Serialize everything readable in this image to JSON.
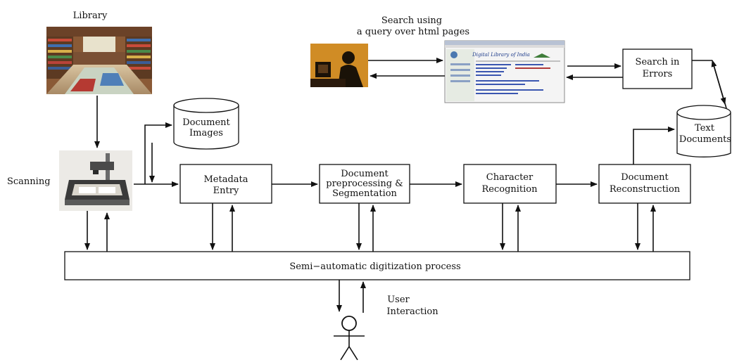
{
  "labels": {
    "library": "Library",
    "scanning": "Scanning",
    "search_line1": "Search using",
    "search_line2": "a query over html pages",
    "user_line1": "User",
    "user_line2": "Interaction"
  },
  "boxes": {
    "metadata": [
      "Metadata",
      "Entry"
    ],
    "preprocessing": [
      "Document",
      "preprocessing &",
      "Segmentation"
    ],
    "recognition": [
      "Character",
      "Recognition"
    ],
    "reconstruction": [
      "Document",
      "Reconstruction"
    ],
    "search_errors": [
      "Search in",
      "Errors"
    ],
    "process_bar": "Semi−automatic digitization process"
  },
  "databases": {
    "document_images": [
      "Document",
      "Images"
    ],
    "text_documents": [
      "Text",
      "Documents"
    ]
  },
  "webpage": {
    "title": "Digital Library of India"
  }
}
